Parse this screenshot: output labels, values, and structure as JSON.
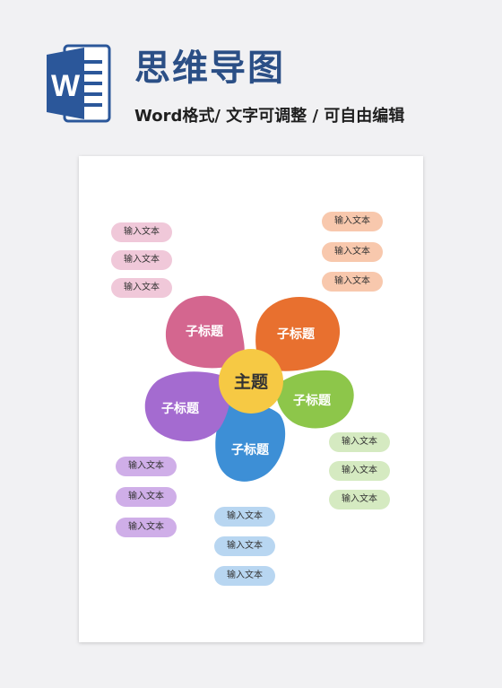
{
  "header": {
    "logo_letter": "W",
    "title": "思维导图",
    "subtitle": "Word格式/ 文字可调整 / 可自由编辑"
  },
  "diagram": {
    "center": "主题",
    "petals": [
      {
        "label": "子标题",
        "color": "#d4668f"
      },
      {
        "label": "子标题",
        "color": "#e8702f"
      },
      {
        "label": "子标题",
        "color": "#8dc64a"
      },
      {
        "label": "子标题",
        "color": "#3d8fd6"
      },
      {
        "label": "子标题",
        "color": "#a46bd0"
      }
    ],
    "center_color": "#f6c944",
    "groups": {
      "pink": [
        "输入文本",
        "输入文本",
        "输入文本"
      ],
      "orange": [
        "输入文本",
        "输入文本",
        "输入文本"
      ],
      "purple": [
        "输入文本",
        "输入文本",
        "输入文本"
      ],
      "blue": [
        "输入文本",
        "输入文本",
        "输入文本"
      ],
      "green": [
        "输入文本",
        "输入文本",
        "输入文本"
      ]
    }
  },
  "colors": {
    "title": "#2b4f86",
    "logo": "#2b579a",
    "pill_pink": "#f0c8d9",
    "pill_orange": "#f8c8ad",
    "pill_purple": "#cfaee8",
    "pill_blue": "#b8d6f1",
    "pill_green": "#d5eac1"
  }
}
